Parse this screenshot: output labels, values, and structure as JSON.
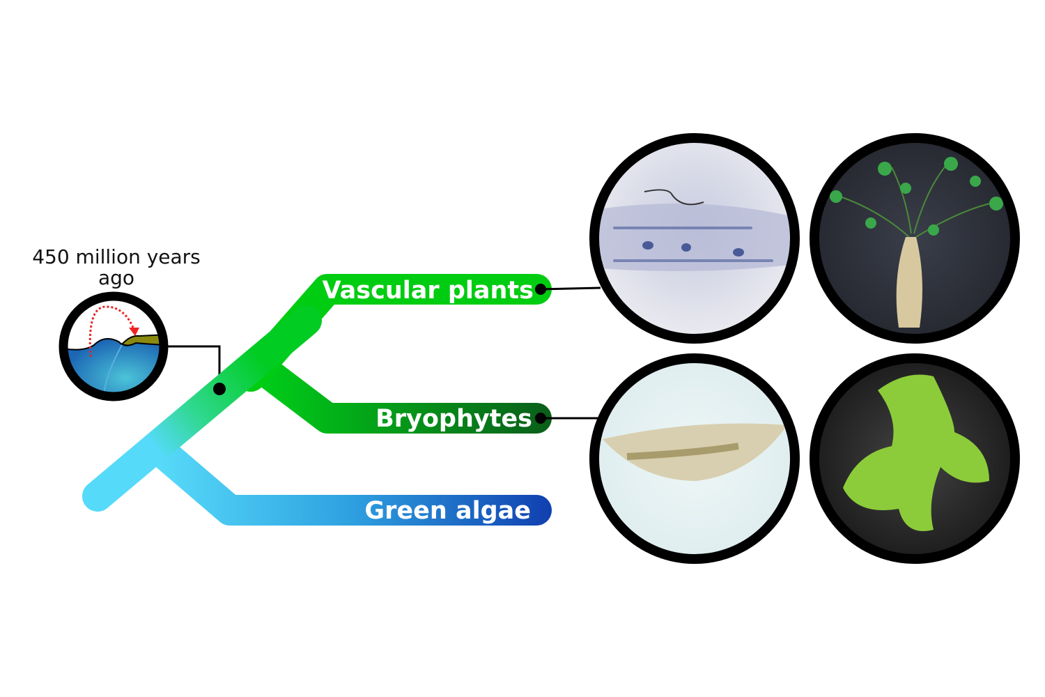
{
  "time_label": {
    "line1": "450 million years",
    "line2": "ago"
  },
  "branches": [
    {
      "label": "Vascular plants",
      "color": "#00cc11"
    },
    {
      "label": "Bryophytes",
      "color": "#0b6b1c"
    },
    {
      "label": "Green algae",
      "color": "#1846b4"
    }
  ],
  "trunk_color": "#52d8f8",
  "photos": [
    {
      "name": "vascular-microscopy"
    },
    {
      "name": "vascular-plant"
    },
    {
      "name": "bryophyte-microscopy"
    },
    {
      "name": "bryophyte-plant"
    }
  ]
}
